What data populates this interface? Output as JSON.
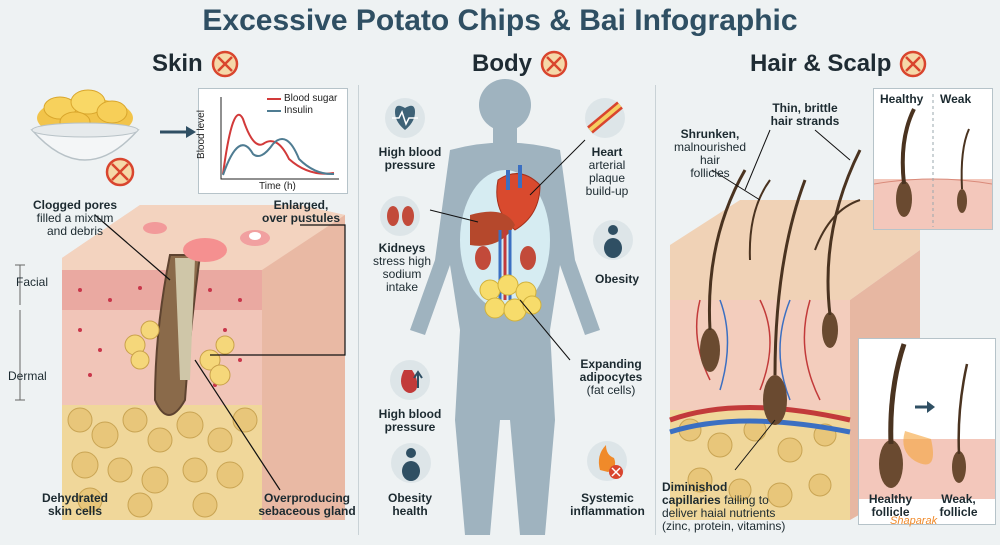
{
  "title": "Excessive Potato Chips & Bai Infographic",
  "sections": {
    "skin": "Skin",
    "body": "Body",
    "hair": "Hair & Scalp"
  },
  "chart": {
    "legend": [
      "Blood sugar",
      "Insulin"
    ],
    "ylabel": "Blood level",
    "xlabel": "Time (h)",
    "colors": {
      "blood_sugar": "#d23a3a",
      "insulin": "#4f7c92"
    }
  },
  "skin_labels": {
    "clogged_title": "Clogged pores",
    "clogged_sub1": "filled a mixtum",
    "clogged_sub2": "and debris",
    "enlarged1": "Enlarged,",
    "enlarged2": "over pustules",
    "facial": "Facial",
    "dermal": "Dermal",
    "dehydrated1": "Dehydrated",
    "dehydrated2": "skin cells",
    "overproducing1": "Overproducing",
    "overproducing2": "sebaceous gland"
  },
  "body_labels": {
    "hbp1_a": "High blood",
    "hbp1_b": "pressure",
    "kidneys": "Kidneys",
    "kidneys_sub1": "stress high",
    "kidneys_sub2": "sodium",
    "kidneys_sub3": "intake",
    "heart": "Heart",
    "heart_sub1": "arterial",
    "heart_sub2": "plaque",
    "heart_sub3": "build-up",
    "obesity": "Obesity",
    "expanding1": "Expanding",
    "expanding2": "adipocytes",
    "expanding3": "(fat cells)",
    "hbp2_a": "High blood",
    "hbp2_b": "pressure",
    "obesity_health1": "Obesity",
    "obesity_health2": "health",
    "systemic1": "Systemic",
    "systemic2": "inflammation"
  },
  "hair_labels": {
    "shrunken1": "Shrunken,",
    "shrunken2": "malnourished",
    "shrunken3": "hair",
    "shrunken4": "follicles",
    "thin1": "Thin, brittle",
    "thin2": "hair strands",
    "healthy": "Healthy",
    "weak": "Weak",
    "diminished1": "Diminishod",
    "diminished2": "capillaries",
    "diminished2b": "failing to",
    "diminished3": "deliver haial nutrients",
    "diminished4": "(zinc, protein, vitamins)",
    "healthy_follicle1": "Healthy",
    "healthy_follicle2": "follicle",
    "weak_follicle1": "Weak,",
    "weak_follicle2": "follicle"
  },
  "watermark": "Shaparak"
}
